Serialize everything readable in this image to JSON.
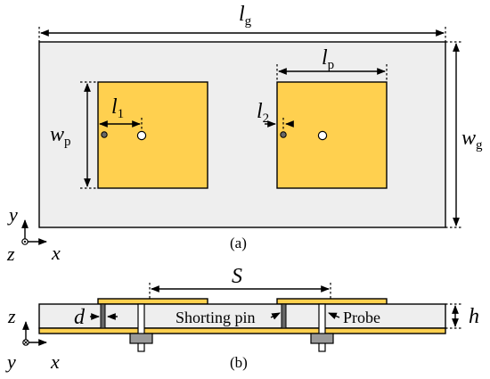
{
  "colors": {
    "ground": "#eeeeee",
    "patch": "#ffd04f",
    "outline": "#000000",
    "pin": "#666666",
    "probe": "#ffffff",
    "connector": "#999999"
  },
  "top_view": {
    "caption": "(a)",
    "lg": {
      "sym": "l",
      "sub": "g"
    },
    "wg": {
      "sym": "w",
      "sub": "g"
    },
    "lp": {
      "sym": "l",
      "sub": "p"
    },
    "wp": {
      "sym": "w",
      "sub": "p"
    },
    "l1": {
      "sym": "l",
      "sub": "1"
    },
    "l2": {
      "sym": "l",
      "sub": "2"
    },
    "axes": {
      "vertical": "y",
      "horizontal": "x",
      "out": "z"
    }
  },
  "side_view": {
    "caption": "(b)",
    "s_label": "S",
    "d_label": "d",
    "h_label": "h",
    "shorting_pin_label": "Shorting pin",
    "probe_label": "Probe",
    "axes": {
      "vertical": "z",
      "horizontal": "x",
      "in": "y"
    }
  }
}
